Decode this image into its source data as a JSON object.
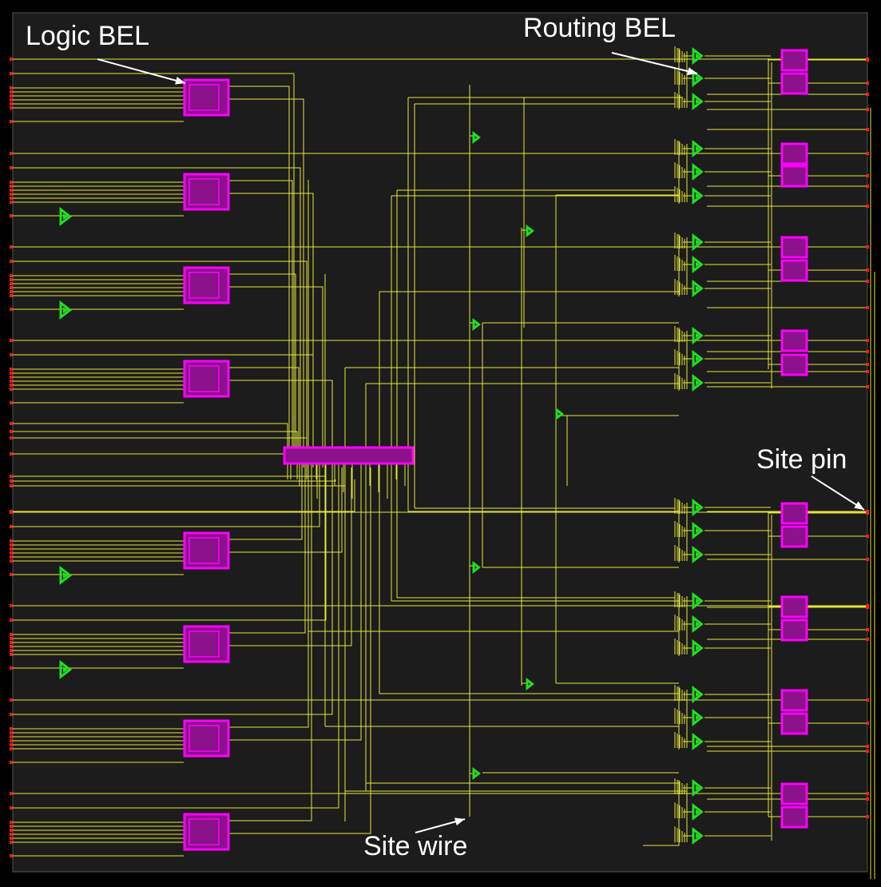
{
  "colors": {
    "page_background": "#000000",
    "canvas_background": "#1c1c1c",
    "site_border": "#555555",
    "wire": "#e6e63a",
    "logic_bel_border": "#ff00ff",
    "logic_bel_fill": "#8b128b",
    "routing_bel": "#22dd22",
    "site_pin": "#ff1a1a",
    "annotation_text": "#ffffff",
    "annotation_arrow": "#ffffff"
  },
  "icons": {
    "logic_bel": "magenta-rectangle-icon",
    "routing_bel": "green-triangle-mux-icon",
    "site_pin": "red-square-icon"
  },
  "annotations": {
    "logic_bel": "Logic BEL",
    "routing_bel": "Routing BEL",
    "site_pin": "Site pin",
    "site_wire": "Site wire"
  }
}
